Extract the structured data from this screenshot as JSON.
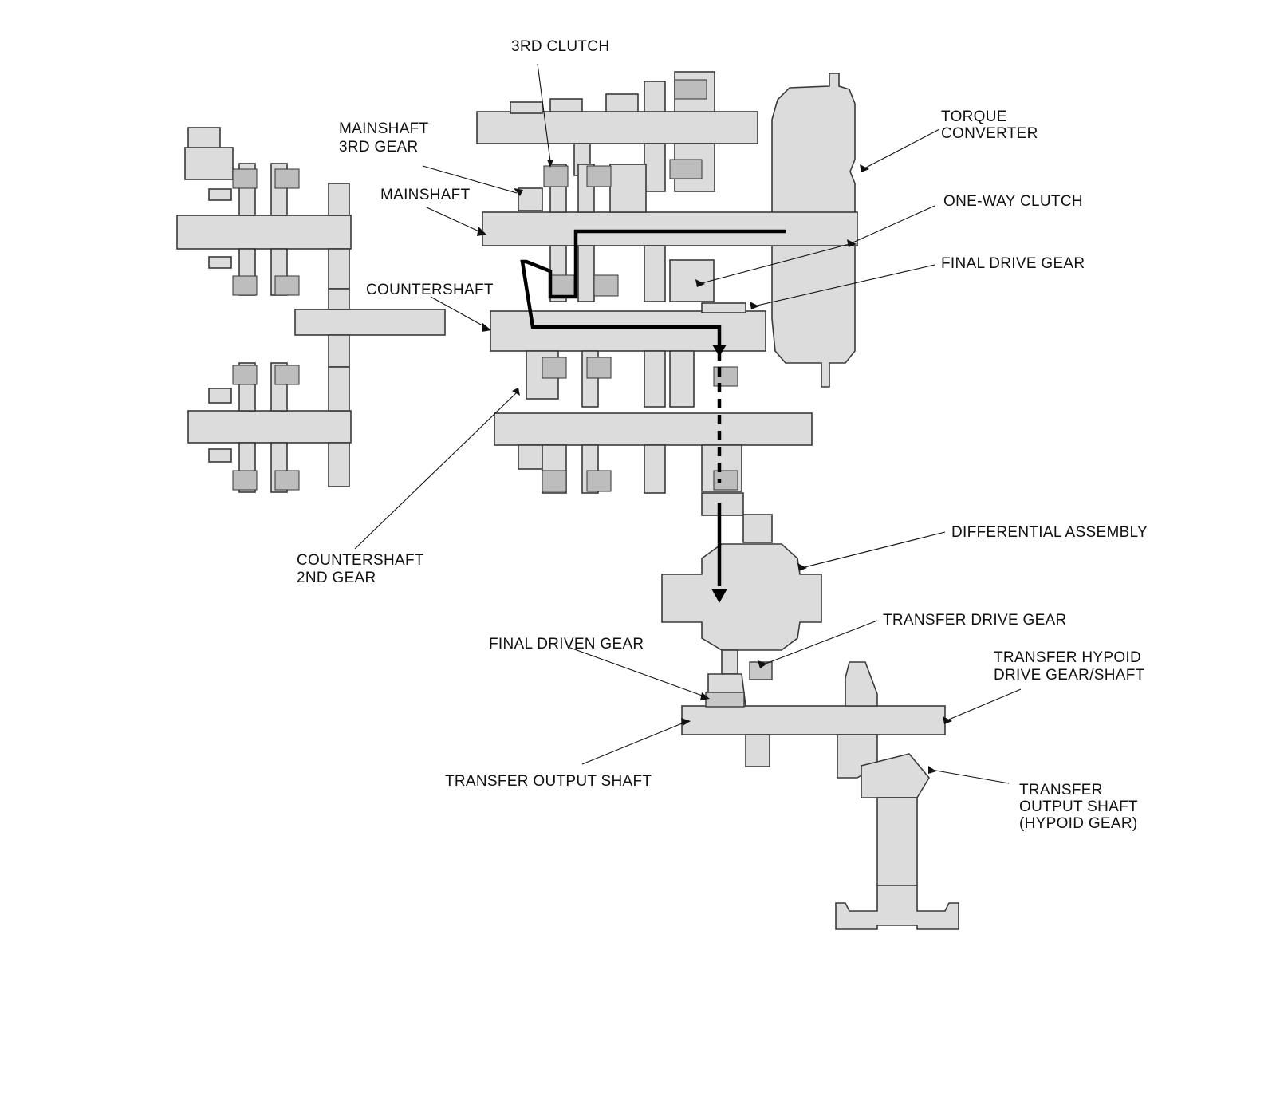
{
  "labels": {
    "third_clutch": "3RD CLUTCH",
    "mainshaft_3rd_gear_l1": "MAINSHAFT",
    "mainshaft_3rd_gear_l2": "3RD GEAR",
    "mainshaft": "MAINSHAFT",
    "countershaft": "COUNTERSHAFT",
    "countershaft_2nd_gear_l1": "COUNTERSHAFT",
    "countershaft_2nd_gear_l2": "2ND GEAR",
    "torque_converter_l1": "TORQUE",
    "torque_converter_l2": "CONVERTER",
    "one_way_clutch": "ONE-WAY CLUTCH",
    "final_drive_gear": "FINAL DRIVE GEAR",
    "differential_assembly": "DIFFERENTIAL ASSEMBLY",
    "transfer_drive_gear": "TRANSFER DRIVE GEAR",
    "final_driven_gear": "FINAL DRIVEN GEAR",
    "transfer_hypoid_l1": "TRANSFER HYPOID",
    "transfer_hypoid_l2": "DRIVE GEAR/SHAFT",
    "transfer_output_shaft": "TRANSFER OUTPUT SHAFT",
    "transfer_output_hypoid_l1": "TRANSFER",
    "transfer_output_hypoid_l2": "OUTPUT SHAFT",
    "transfer_output_hypoid_l3": "(HYPOID GEAR)"
  },
  "colors": {
    "part_fill": "#dcdcdc",
    "outline": "#3a3a3a",
    "power_flow": "#000000"
  }
}
